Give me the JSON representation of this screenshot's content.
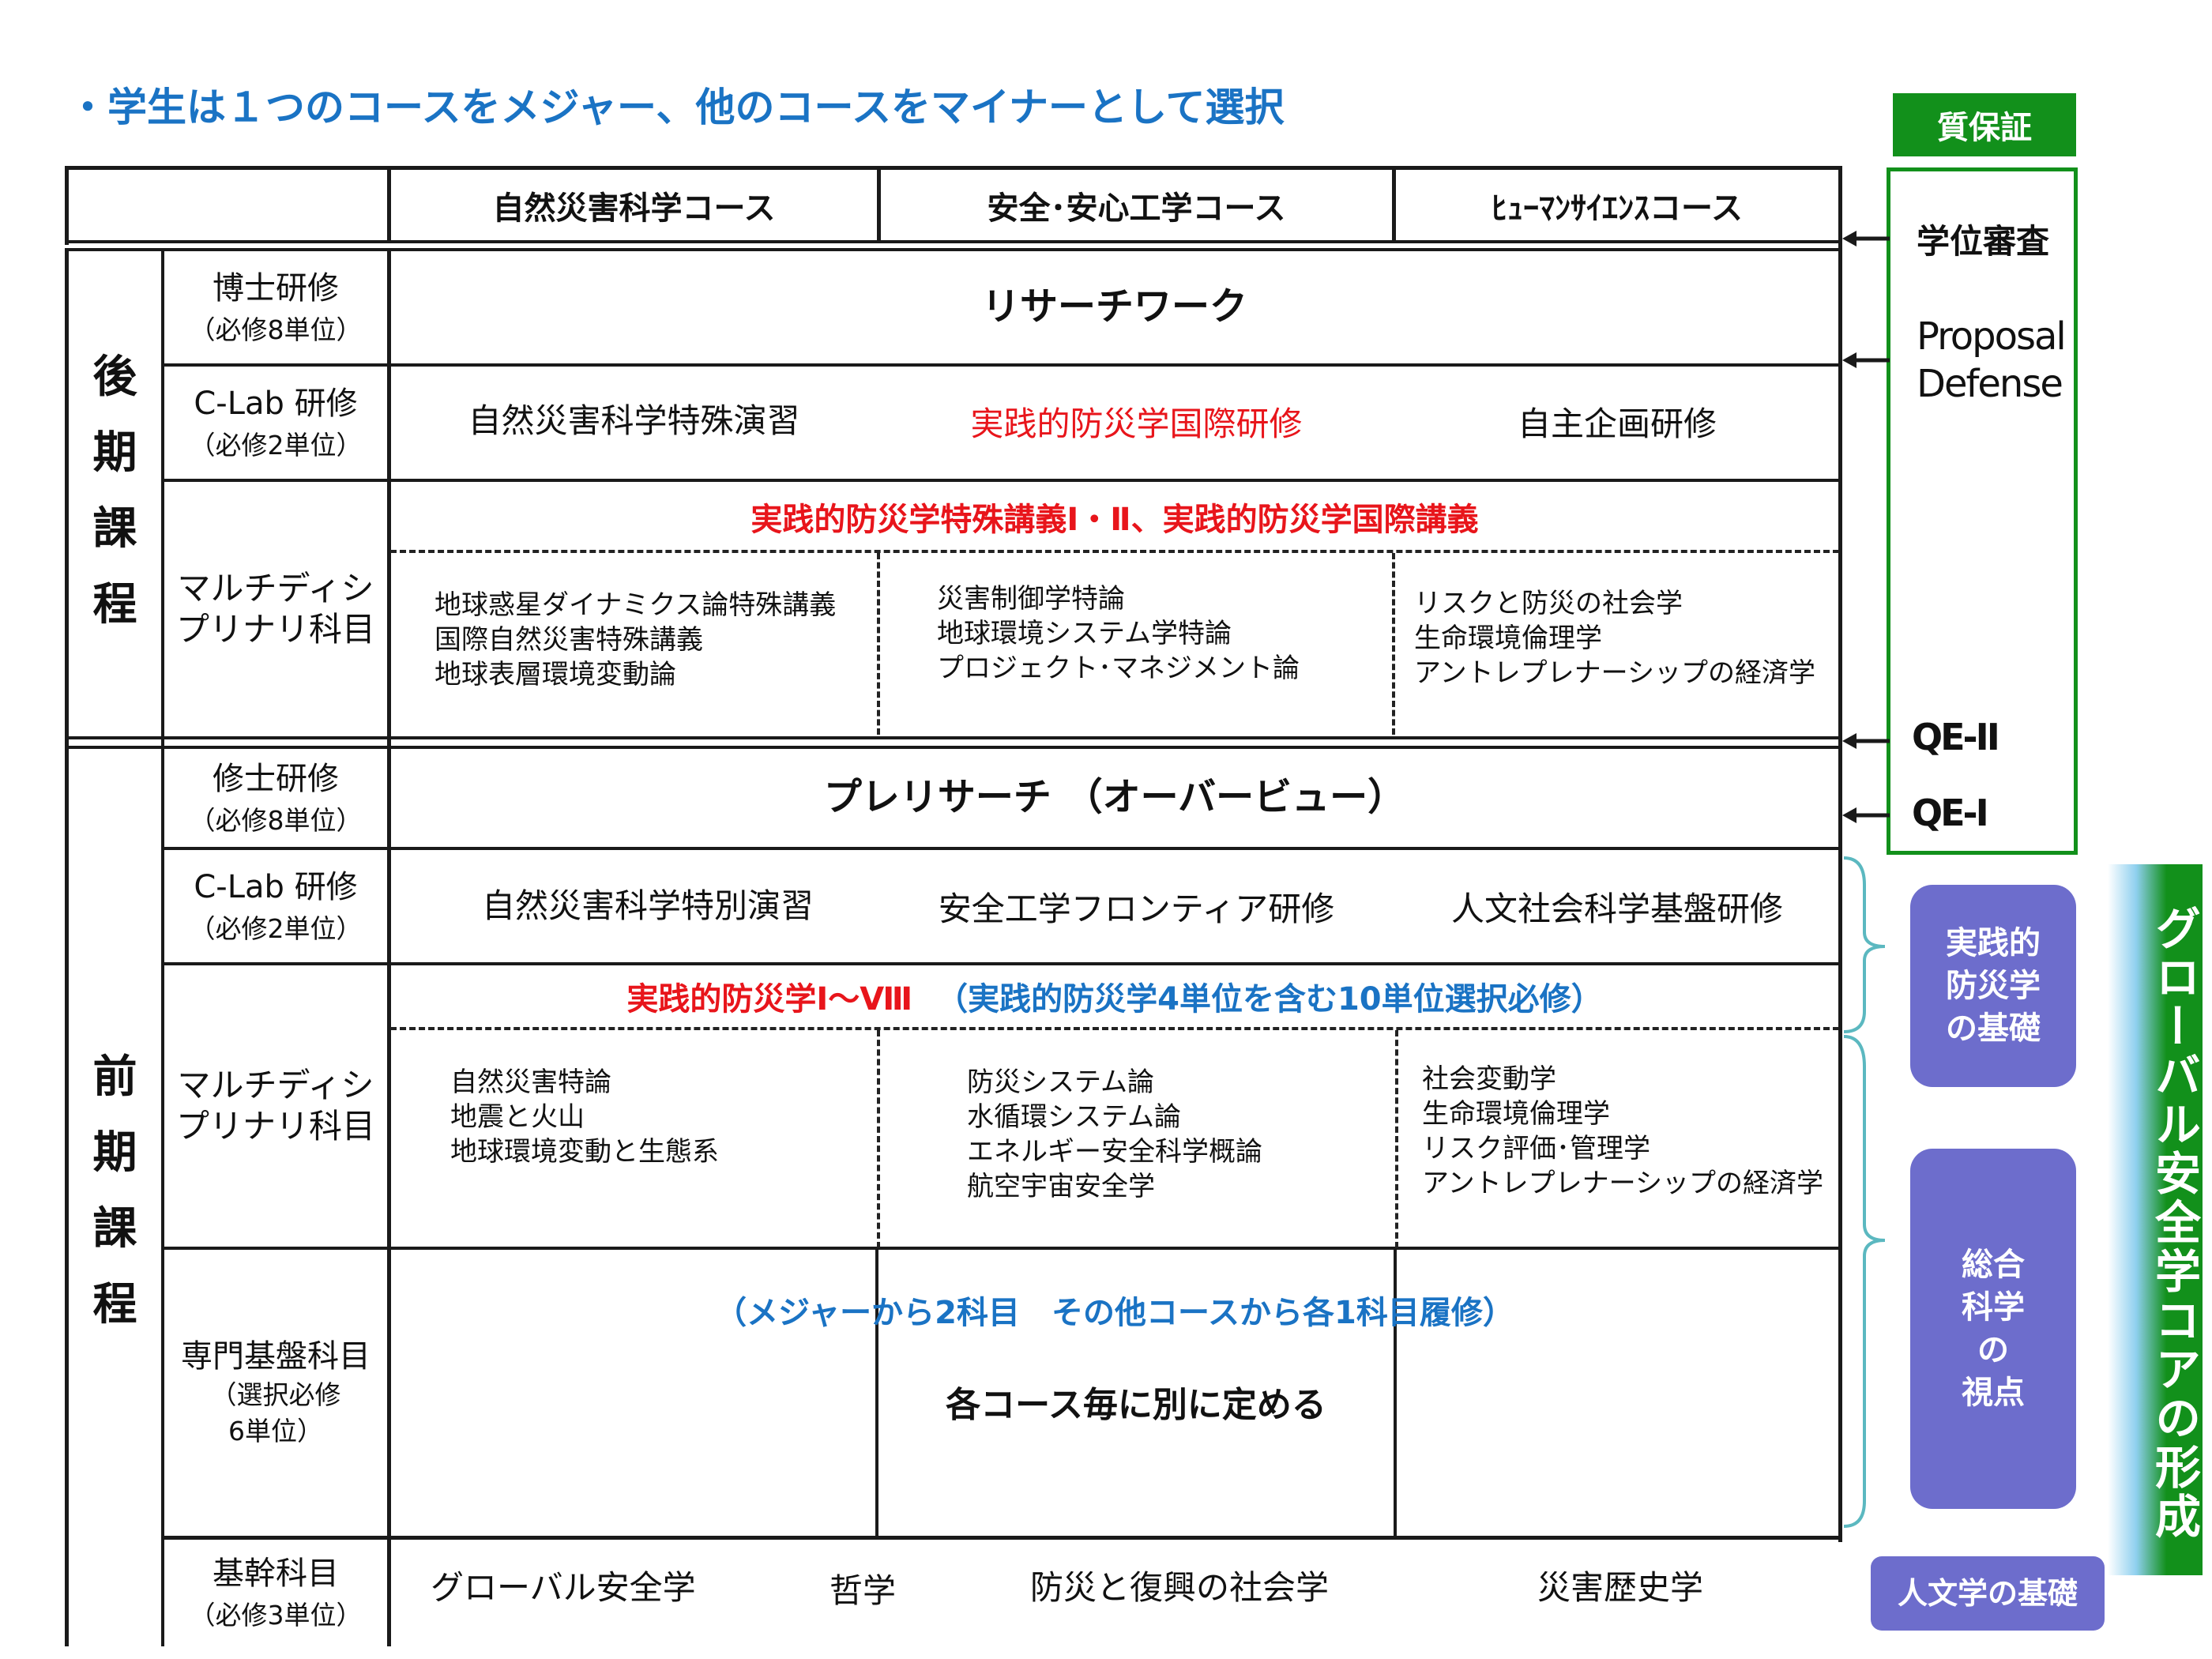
{
  "title": "・学生は１つのコースをメジャー、他のコースをマイナーとして選択",
  "courses": [
    "自然災害科学コース",
    "安全･安心工学コース",
    "ﾋｭｰﾏﾝｻｲｴﾝｽコース"
  ],
  "kouki": {
    "label": [
      "後",
      "期",
      "課",
      "程"
    ],
    "rows": {
      "hakase": {
        "name": "博士研修",
        "credits": "（必修8単位）",
        "content": "リサーチワーク"
      },
      "clab": {
        "name": "C-Lab 研修",
        "credits": "（必修2単位）",
        "items": [
          "自然災害科学特殊演習",
          "実践的防災学国際研修",
          "自主企画研修"
        ]
      },
      "multi": {
        "name_lines": [
          "マルチディシ",
          "プリナリ科目"
        ],
        "header": "実践的防災学特殊講義Ⅰ・Ⅱ、実践的防災学国際講義",
        "col1": [
          "地球惑星ダイナミクス論特殊講義",
          "国際自然災害特殊講義",
          "地球表層環境変動論"
        ],
        "col2": [
          "災害制御学特論",
          "地球環境システム学特論",
          "プロジェクト･マネジメント論"
        ],
        "col3": [
          "リスクと防災の社会学",
          "生命環境倫理学",
          "アントレプレナーシップの経済学"
        ]
      }
    }
  },
  "zenki": {
    "label": [
      "前",
      "期",
      "課",
      "程"
    ],
    "rows": {
      "shushi": {
        "name": "修士研修",
        "credits": "（必修8単位）",
        "content": "プレリサーチ （オーバービュー）"
      },
      "clab": {
        "name": "C-Lab 研修",
        "credits": "（必修2単位）",
        "items": [
          "自然災害科学特別演習",
          "安全工学フロンティア研修",
          "人文社会科学基盤研修"
        ]
      },
      "multi": {
        "name_lines": [
          "マルチディシ",
          "プリナリ科目"
        ],
        "header_red": "実践的防災学Ⅰ～Ⅷ",
        "header_blue": "（実践的防災学4単位を含む10単位選択必修）",
        "col1": [
          "自然災害特論",
          "地震と火山",
          "地球環境変動と生態系"
        ],
        "col2": [
          "防災システム論",
          "水循環システム論",
          "エネルギー安全科学概論",
          "航空宇宙安全学"
        ],
        "col3": [
          "社会変動学",
          "生命環境倫理学",
          "リスク評価･管理学",
          "アントレプレナーシップの経済学"
        ]
      },
      "senmon": {
        "name": "専門基盤科目",
        "credits_lines": [
          "（選択必修",
          "6単位）"
        ],
        "note": "（メジャーから2科目　その他コースから各1科目履修）",
        "content": "各コース毎に別に定める"
      },
      "kikan": {
        "name": "基幹科目",
        "credits": "（必修3単位）",
        "items": [
          "グローバル安全学",
          "哲学",
          "防災と復興の社会学",
          "災害歴史学"
        ]
      }
    }
  },
  "quality": {
    "header": "質保証",
    "items": [
      "学位審査",
      "Proposal",
      "Defense",
      "QE-II",
      "QE-I"
    ]
  },
  "pills": {
    "practical": [
      "実践的",
      "防災学",
      "の基礎"
    ],
    "integrated": [
      "総合",
      "科学",
      "の",
      "視点"
    ],
    "humanities": "人文学の基礎"
  },
  "core_banner": "グローバル安全学コアの形成",
  "colors": {
    "green": "#12901b",
    "pill": "#6d6dcc",
    "red": "#e8151b",
    "blue": "#1a73c4",
    "bracket": "#5bb8c0"
  }
}
